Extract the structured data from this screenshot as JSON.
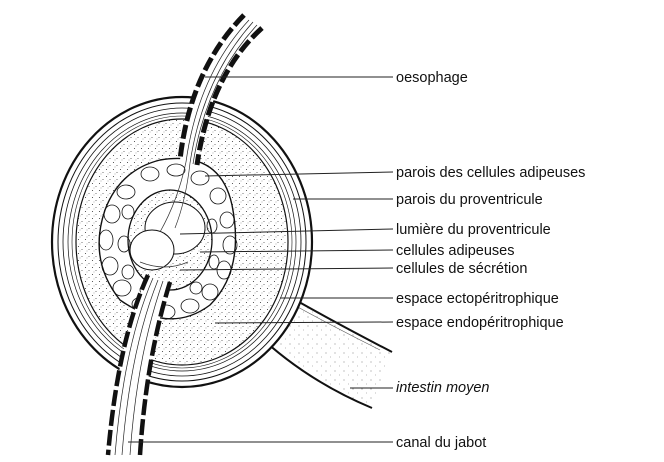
{
  "labels": {
    "oesophage": "oesophage",
    "parois_cellules_adipeuses": "parois des cellules adipeuses",
    "parois_proventricule": "parois du proventricule",
    "lumiere_proventricule": "lumière du proventricule",
    "cellules_adipeuses": "cellules adipeuses",
    "cellules_secretion": "cellules de sécrétion",
    "espace_ectoperitrophique": "espace ectopéritrophique",
    "espace_endoperitrophique": "espace endopéritrophique",
    "intestin_moyen": "intestin moyen",
    "canal_jabot": "canal du jabot"
  },
  "colors": {
    "ink": "#111111",
    "background": "#ffffff"
  }
}
